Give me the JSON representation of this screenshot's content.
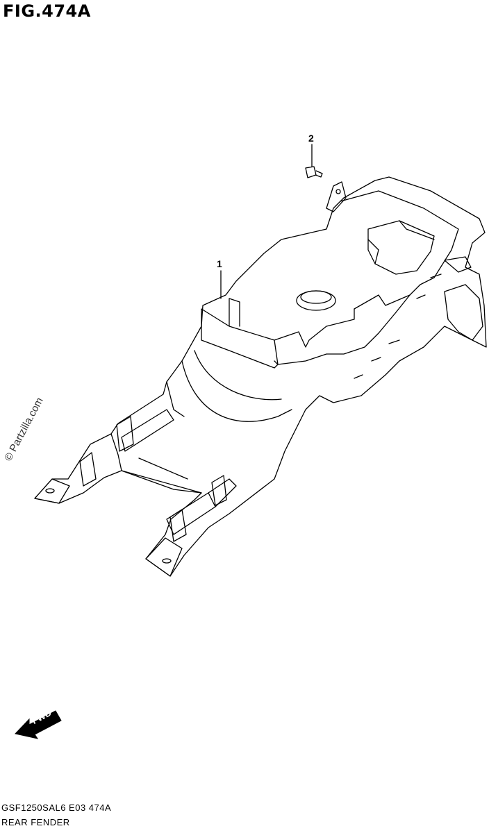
{
  "figure": {
    "title": "FIG.474A"
  },
  "callouts": [
    {
      "number": "1"
    },
    {
      "number": "2"
    }
  ],
  "watermark": "© Partzilla.com",
  "direction_arrow": {
    "label": "FWD"
  },
  "footer": {
    "model_code": "GSF1250SAL6  E03  474A",
    "part_name": "REAR FENDER"
  }
}
